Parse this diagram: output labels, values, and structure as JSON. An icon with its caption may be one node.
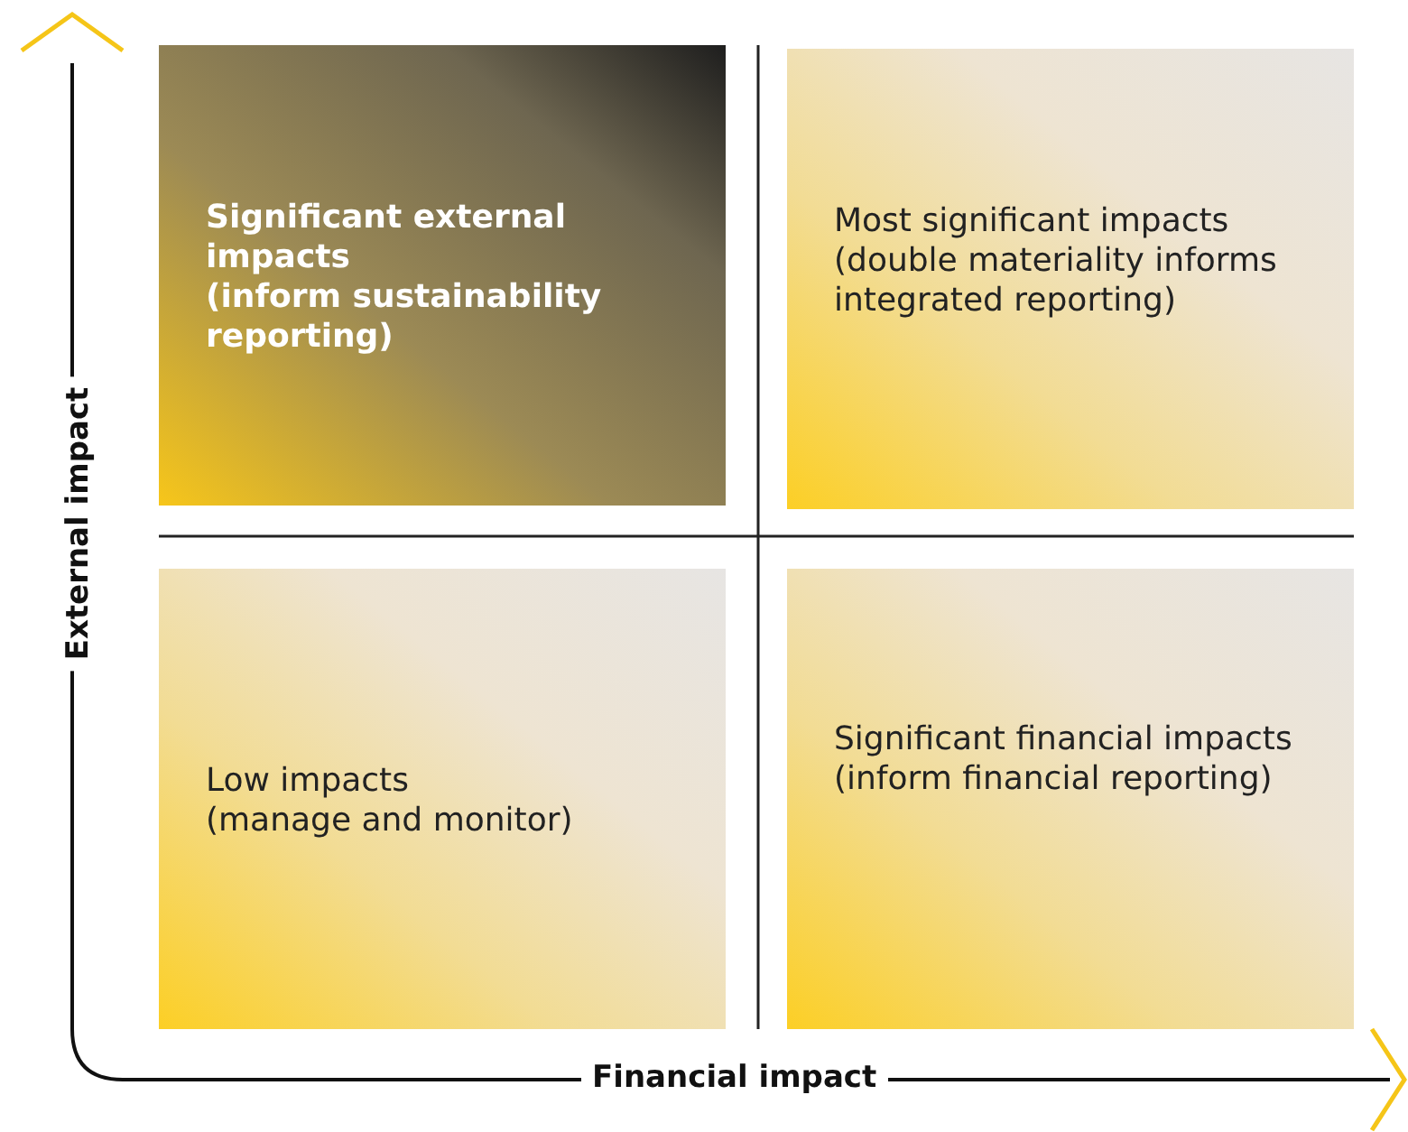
{
  "diagram": {
    "nodes": [
      {
        "text": [
          "Significant external impacts",
          "(inform sustainability reporting)"
        ]
      },
      {
        "text": [
          "Most significant impacts",
          "(double materiality informs integrated reporting)"
        ]
      },
      {
        "text": [
          "Low impacts",
          "(manage and monitor)"
        ]
      },
      {
        "text": [
          "Significant financial impacts",
          "(inform financial reporting)"
        ]
      }
    ],
    "edges": [],
    "labels": [
      "External impact",
      "Financial impact"
    ]
  }
}
